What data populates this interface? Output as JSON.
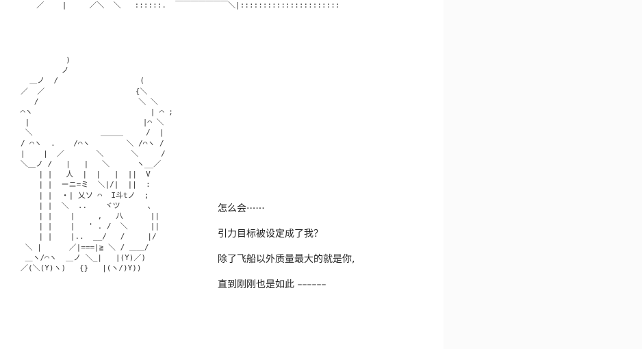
{
  "header_art": "  ／    |     ／＼  ＼   ::::::.  ￣￣￣￣￣￣￣＼|::::::::::::::::::::::",
  "figure_art": [
    "          )",
    "         ノ",
    "  ＿ノ  /                  (",
    "／  ／                    {＼",
    "   /                      ＼ ＼",
    "⌒ヽ                          | ⌒ ;",
    " |                         |⌒ ＼",
    " ＼               ＿＿＿     /  |",
    "/ ⌒ヽ  .    /⌒ヽ        ＼ /⌒ヽ /",
    "|    |  ／       ＼      ＼     /",
    "＼＿ノ /   |   |   ＼      ヽ__／",
    "    | |   人  |  |   |  ||  V",
    "    | |  ーニ=ミ  ＼|/|  ||  :",
    "    | |  ・| 乂ソ ⌒  I斗tノ  ;",
    "    | |  ＼  ..    ヾツ      、",
    "    | |    |     ,   八      ||",
    "    | |    |   ' . /  ＼     ||",
    "    | |    |..  __/   /     |/",
    " ＼ |      ／|===|≧ ＼ / ＿＿/",
    " ＿ヽ/⌒ヽ  ＿ノ ＼_|   |(Y)／)",
    "／(＼(Y)ヽ)   {}   |(ヽ/)Y))"
  ],
  "dialogue": [
    "怎么会······",
    "引力目标被设定成了我？",
    "除了飞船以外质量最大的就是你,",
    "直到刚刚也是如此 ––––––"
  ],
  "colors": {
    "background": "#ffffff",
    "text": "#222222",
    "panel": "#fbfbfb"
  }
}
